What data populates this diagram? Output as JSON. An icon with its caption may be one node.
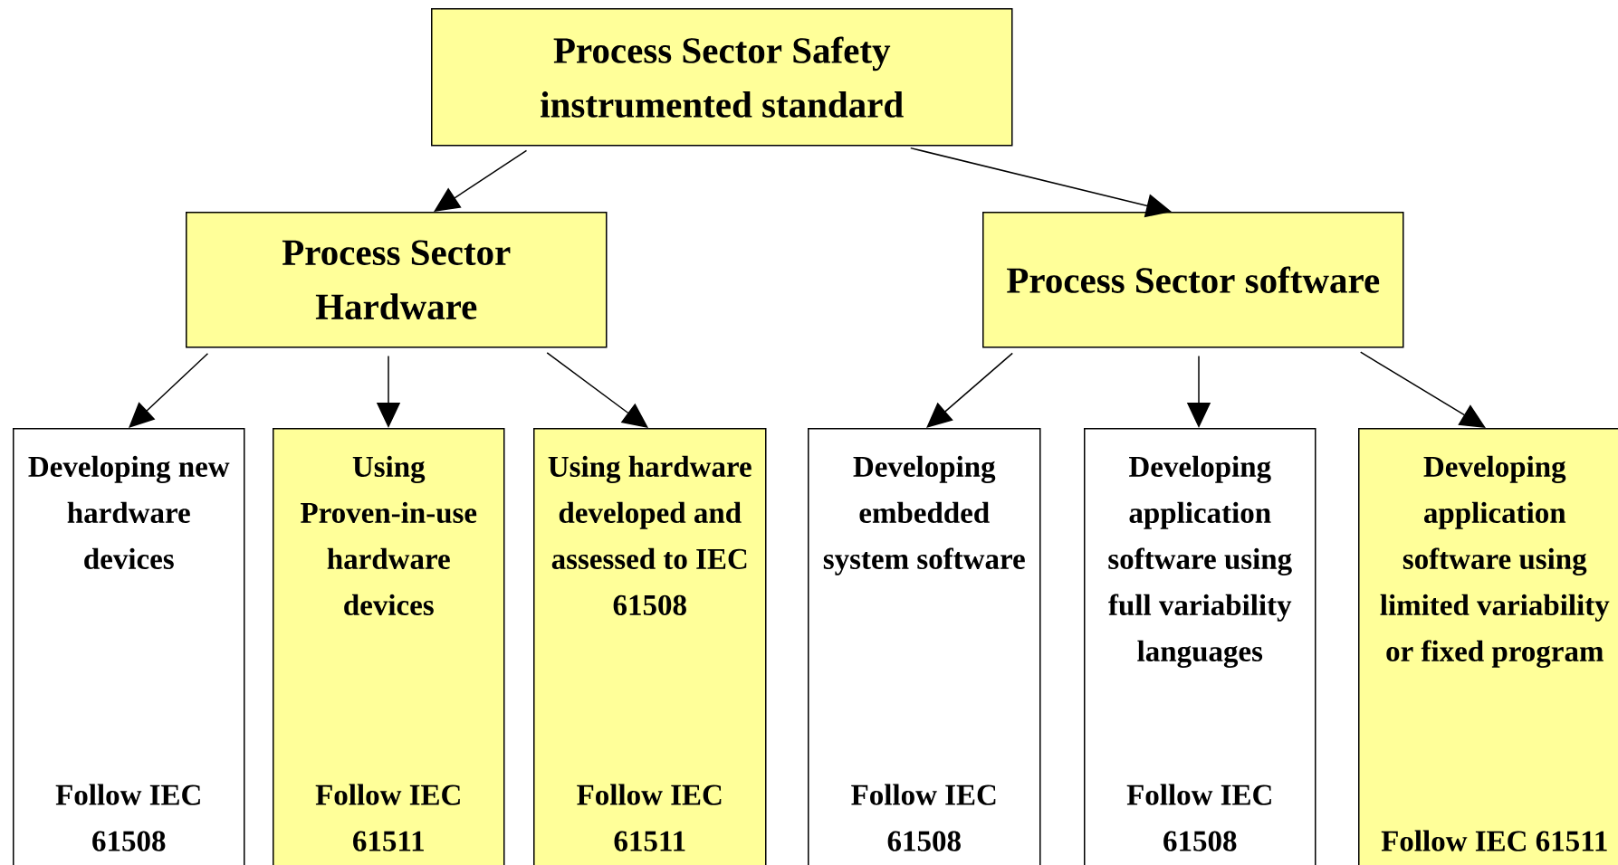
{
  "diagram": {
    "nodes": [
      {
        "text": [
          "Process Sector Safety instrumented standard"
        ]
      },
      {
        "text": [
          "Process Sector Hardware"
        ]
      },
      {
        "text": [
          "Process Sector software"
        ]
      },
      {
        "text": [
          "Developing new hardware devices",
          "Follow IEC 61508"
        ]
      },
      {
        "text": [
          "Using Proven-in-use hardware devices",
          "Follow IEC 61511"
        ]
      },
      {
        "text": [
          "Using hardware developed and assessed to IEC 61508",
          "Follow IEC 61511"
        ]
      },
      {
        "text": [
          "Developing embedded system software",
          "Follow IEC 61508"
        ]
      },
      {
        "text": [
          "Developing application software using full variability languages",
          "Follow IEC 61508"
        ]
      },
      {
        "text": [
          "Developing application software using limited variability or fixed program",
          "Follow IEC 61511"
        ]
      }
    ],
    "edges": [
      {
        "from": 0,
        "to": 1,
        "arrow": "to"
      },
      {
        "from": 0,
        "to": 2,
        "arrow": "to"
      },
      {
        "from": 1,
        "to": 3,
        "arrow": "to"
      },
      {
        "from": 1,
        "to": 4,
        "arrow": "to"
      },
      {
        "from": 1,
        "to": 5,
        "arrow": "to"
      },
      {
        "from": 2,
        "to": 6,
        "arrow": "to"
      },
      {
        "from": 2,
        "to": 7,
        "arrow": "to"
      },
      {
        "from": 2,
        "to": 8,
        "arrow": "to"
      }
    ]
  }
}
